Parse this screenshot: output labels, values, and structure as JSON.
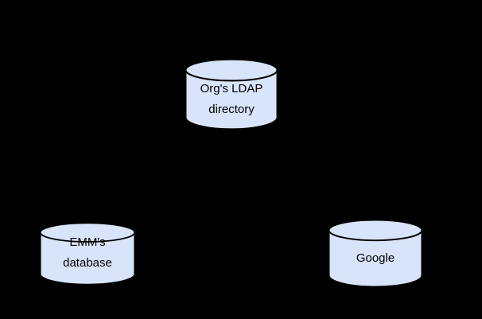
{
  "diagram": {
    "nodes": {
      "ldap": {
        "line1": "Org's LDAP",
        "line2": "directory"
      },
      "emm": {
        "line1": "EMM's",
        "line2": "database"
      },
      "google": {
        "line1": "Google"
      }
    }
  },
  "colors": {
    "background": "#000000",
    "cylinder_fill": "#d8e4f9",
    "cylinder_stroke": "#000000",
    "label_text": "#000000"
  }
}
